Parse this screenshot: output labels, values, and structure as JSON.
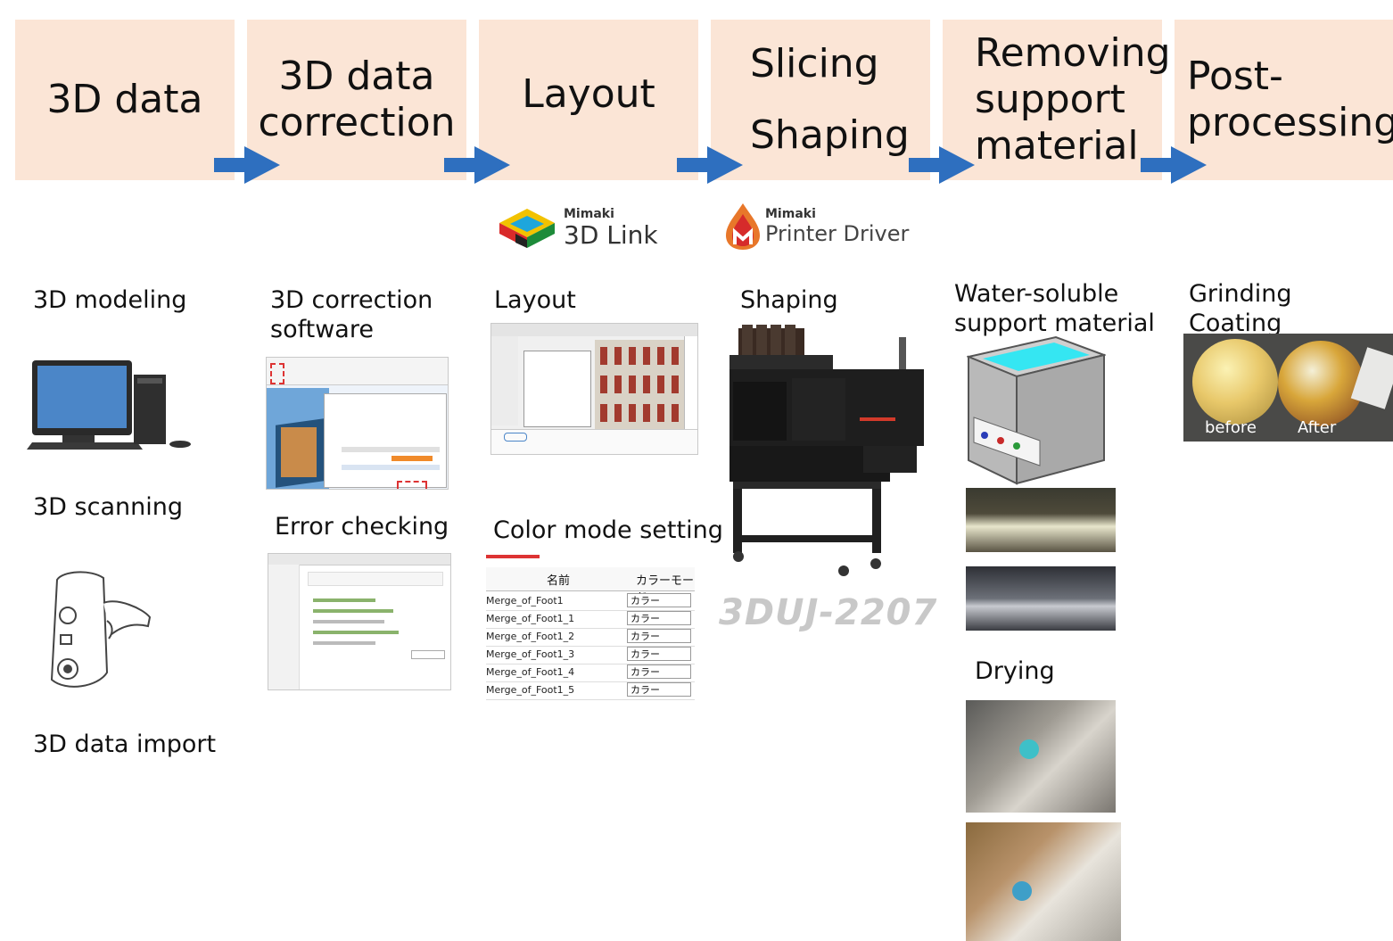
{
  "steps": [
    {
      "label": "3D data"
    },
    {
      "label": "3D data\ncorrection"
    },
    {
      "label": "Layout"
    },
    {
      "label": "Slicing\n\nShaping"
    },
    {
      "label": "Removing\nsupport\nmaterial"
    },
    {
      "label": "Post-\nprocessing"
    }
  ],
  "logos": {
    "link_brand": "Mimaki",
    "link_name": "3D Link",
    "driver_brand": "Mimaki",
    "driver_name": "Printer Driver"
  },
  "labels": {
    "modeling": "3D modeling",
    "scanning": "3D scanning",
    "import": "3D data import",
    "correction_software": "3D correction\nsoftware",
    "error_checking": "Error checking",
    "layout": "Layout",
    "color_mode": "Color mode setting",
    "shaping": "Shaping",
    "printer_model": "3DUJ-2207",
    "water_soluble": "Water-soluble\nsupport material",
    "drying": "Drying",
    "grinding": "Grinding\nCoating",
    "before": "before",
    "after": "After"
  },
  "color_table": {
    "header_name": "名前",
    "header_mode": "カラーモード",
    "rows": [
      {
        "name": "Merge_of_Foot1",
        "mode": "カラー"
      },
      {
        "name": "Merge_of_Foot1_1",
        "mode": "カラー"
      },
      {
        "name": "Merge_of_Foot1_2",
        "mode": "カラー"
      },
      {
        "name": "Merge_of_Foot1_3",
        "mode": "カラー"
      },
      {
        "name": "Merge_of_Foot1_4",
        "mode": "カラー"
      },
      {
        "name": "Merge_of_Foot1_5",
        "mode": "カラー"
      }
    ]
  },
  "colors": {
    "step_bg": "#fbe5d6",
    "arrow": "#2e6fbf",
    "water": "#35e6f2"
  }
}
